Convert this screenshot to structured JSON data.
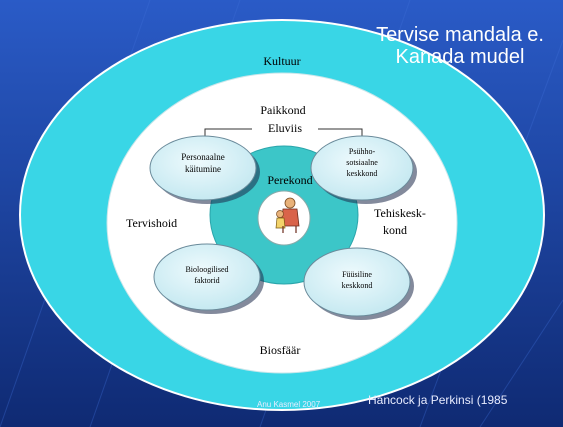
{
  "slide": {
    "title_line1": "Tervise mandala e.",
    "title_line2": "Kanada mudel",
    "outer_label": "Kultuur",
    "ring_labels": {
      "paikkond": "Paikkond",
      "eluviis": "Eluviis",
      "tervishoid": "Tervishoid",
      "tehiskeskkond_1": "Tehiskesk-",
      "tehiskeskkond_2": "kond",
      "biosfaar": "Biosfäär"
    },
    "center_label": "Perekond",
    "center_icon": "person-icon",
    "nodes": {
      "personaalne_1": "Personaalne",
      "personaalne_2": "käitumine",
      "psuhho_1": "Psühho-",
      "psuhho_2": "sotsiaalne",
      "psuhho_3": "keskkond",
      "bioloogilised_1": "Bioloogilised",
      "bioloogilised_2": "faktorid",
      "fuusiline_1": "Füüsiline",
      "fuusiline_2": "keskkond"
    },
    "footer_author": "Anu Kasmel 2007",
    "footer_citation": "Hancock ja Perkinsi (1985"
  },
  "colors": {
    "background": "#1a3a8c",
    "outer_circle": "#39d6e6",
    "inner_circle": "#ffffff",
    "family_circle": "#3cc6c8",
    "node_fill": "#d7f2f7"
  }
}
